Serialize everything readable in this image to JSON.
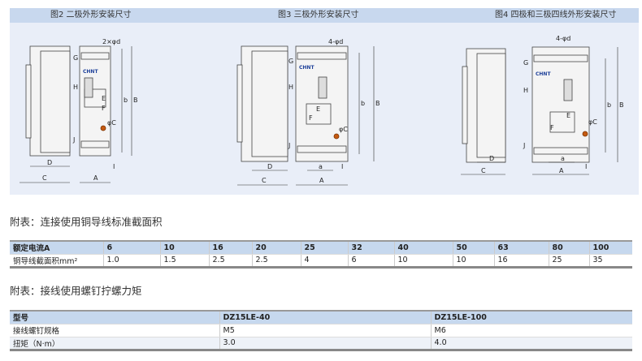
{
  "figures": [
    {
      "title": "图2 二极外形安装尺寸",
      "labels": {
        "hole": "2×φd",
        "G": "G",
        "H": "H",
        "E": "E",
        "F": "F",
        "b": "b",
        "B": "B",
        "C": "φC",
        "J": "J",
        "I": "I",
        "D": "D",
        "Cw": "C",
        "A": "A",
        "brand": "CHNT"
      }
    },
    {
      "title": "图3 三极外形安装尺寸",
      "labels": {
        "hole": "4-φd",
        "G": "G",
        "H": "H",
        "E": "E",
        "F": "F",
        "b": "b",
        "B": "B",
        "C": "φC",
        "J": "J",
        "I": "I",
        "D": "D",
        "Cw": "C",
        "A": "A",
        "a": "a",
        "brand": "CHNT"
      }
    },
    {
      "title": "图4 四极和三极四线外形安装尺寸",
      "labels": {
        "hole": "4-φd",
        "G": "G",
        "H": "H",
        "E": "E",
        "F": "F",
        "b": "b",
        "B": "B",
        "C": "φC",
        "J": "J",
        "I": "I",
        "D": "D",
        "Cw": "C",
        "A": "A",
        "a": "a",
        "brand": "CHNT"
      }
    }
  ],
  "table1": {
    "title": "附表：连接使用铜导线标准截面积",
    "header": [
      "额定电流A",
      "6",
      "10",
      "16",
      "20",
      "25",
      "32",
      "40",
      "50",
      "63",
      "80",
      "100"
    ],
    "row": [
      "铜导线截面积mm²",
      "1.0",
      "1.5",
      "2.5",
      "2.5",
      "4",
      "6",
      "10",
      "10",
      "16",
      "25",
      "35"
    ]
  },
  "table2": {
    "title": "附表：接线使用螺钉拧螺力矩",
    "header": [
      "型号",
      "DZ15LE-40",
      "DZ15LE-100"
    ],
    "rows": [
      [
        "接线螺钉规格",
        "M5",
        "M6"
      ],
      [
        "扭矩（N·m）",
        "3.0",
        "4.0"
      ]
    ]
  }
}
